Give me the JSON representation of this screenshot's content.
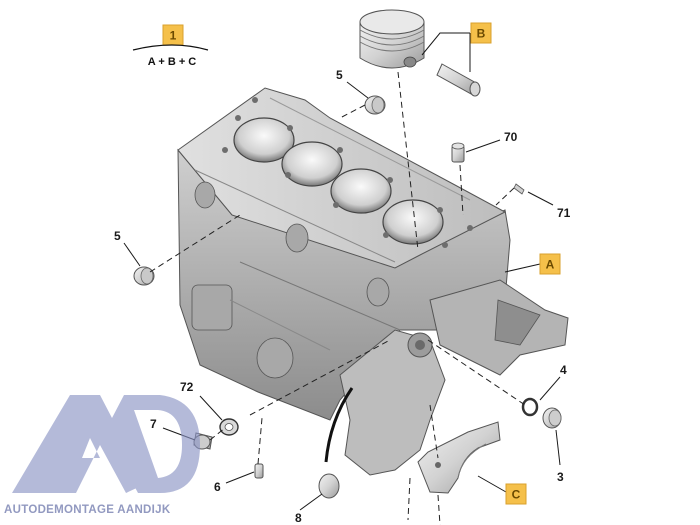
{
  "kit": {
    "tag": "1",
    "formula": "A + B + C"
  },
  "letter_tags": {
    "a": "A",
    "b": "B",
    "c": "C"
  },
  "callouts": {
    "top_5": "5",
    "left_5": "5",
    "p70": "70",
    "p71": "71",
    "p72": "72",
    "p7": "7",
    "p6": "6",
    "p8": "8",
    "p4": "4",
    "p3": "3"
  },
  "watermark": {
    "text": "AUTODEMONTAGE AANDIJK"
  },
  "colors": {
    "tag_fill": "#f5c04a",
    "metal_light": "#e6e6e6",
    "metal_mid": "#c8c8c8",
    "metal_dark": "#8f8f8f",
    "watermark": "#8a93c4"
  }
}
